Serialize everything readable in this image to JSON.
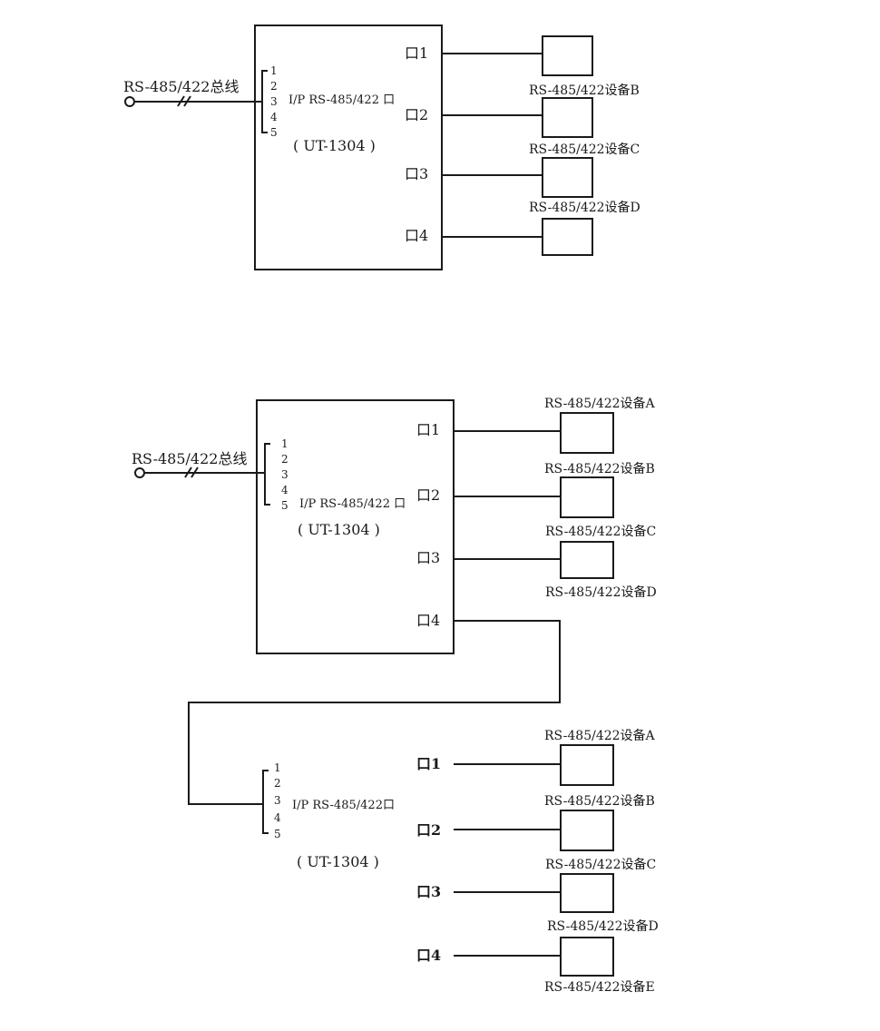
{
  "diagram1": {
    "bus_label": "RS-485/422总线",
    "pins": [
      "1",
      "2",
      "3",
      "4",
      "5"
    ],
    "ip_label": "I/P RS-485/422 口",
    "model": "( UT-1304 )",
    "ports": [
      "口1",
      "口2",
      "口3",
      "口4"
    ],
    "devices": [
      "RS-485/422设备B",
      "RS-485/422设备C",
      "RS-485/422设备D"
    ]
  },
  "diagram2": {
    "bus_label": "RS-485/422总线",
    "pins": [
      "1",
      "2",
      "3",
      "4",
      "5"
    ],
    "ip_label": "I/P RS-485/422 口",
    "model": "( UT-1304 )",
    "ports": [
      "口1",
      "口2",
      "口3",
      "口4"
    ],
    "devices": [
      "RS-485/422设备A",
      "RS-485/422设备B",
      "RS-485/422设备C",
      "RS-485/422设备D"
    ]
  },
  "diagram3": {
    "pins": [
      "1",
      "2",
      "3",
      "4",
      "5"
    ],
    "ip_label": "I/P RS-485/422口",
    "model": "( UT-1304 )",
    "ports": [
      "口1",
      "口2",
      "口3",
      "口4"
    ],
    "devices": [
      "RS-485/422设备A",
      "RS-485/422设备B",
      "RS-485/422设备C",
      "RS-485/422设备D",
      "RS-485/422设备E"
    ]
  }
}
